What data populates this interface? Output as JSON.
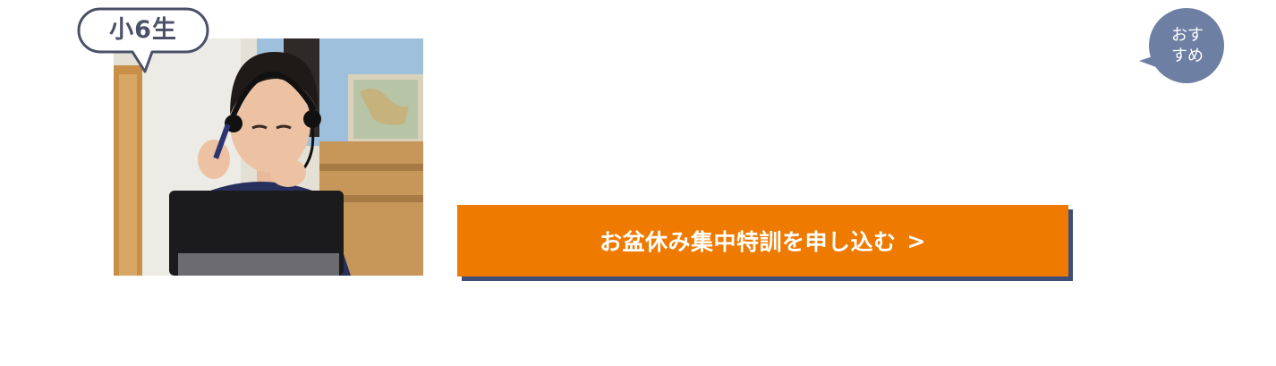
{
  "grade_badge": {
    "label": "小6生"
  },
  "recommend_badge": {
    "line1": "おす",
    "line2": "すめ"
  },
  "cta": {
    "label": "お盆休み集中特訓を申し込む",
    "chevron": ">"
  },
  "colors": {
    "accent_orange": "#ef7a00",
    "shadow_navy": "#3f4d78",
    "badge_slate": "#6e7fa4",
    "grade_text": "#4a5068"
  }
}
